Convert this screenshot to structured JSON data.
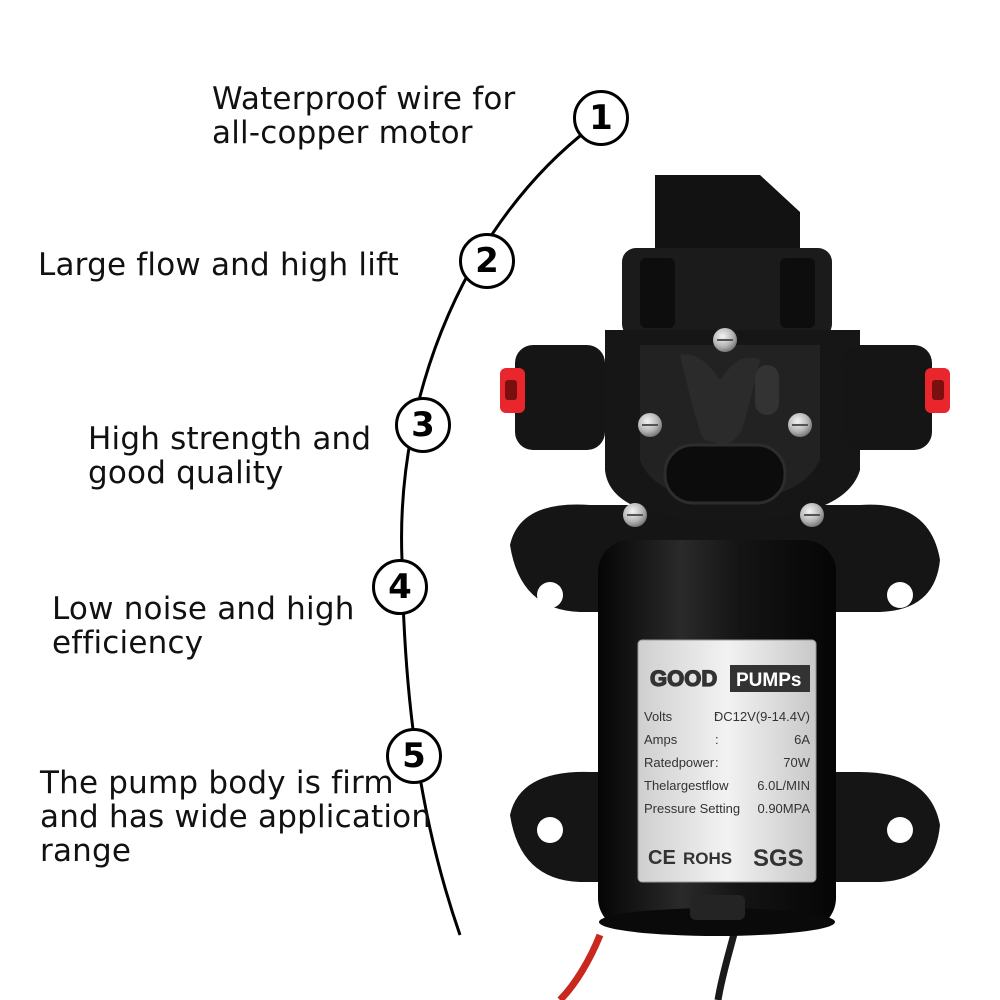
{
  "features": [
    {
      "number": "1",
      "lines": [
        "Waterproof wire for",
        "all-copper motor"
      ]
    },
    {
      "number": "2",
      "lines": [
        "Large flow and high lift"
      ]
    },
    {
      "number": "3",
      "lines": [
        "High strength and",
        "good quality"
      ]
    },
    {
      "number": "4",
      "lines": [
        "Low noise and high",
        "efficiency"
      ]
    },
    {
      "number": "5",
      "lines": [
        "The pump body is firm",
        "and has wide application",
        "range"
      ]
    }
  ],
  "label": {
    "brand_left": "GOOD",
    "brand_right": "PUMPs",
    "specs": [
      {
        "key": "Volts",
        "sep": ":",
        "value": "DC12V(9-14.4V)"
      },
      {
        "key": "Amps",
        "sep": ":",
        "value": "6A"
      },
      {
        "key": "Ratedpower",
        "sep": ":",
        "value": "70W"
      },
      {
        "key": "Thelargestflow",
        "sep": ":",
        "value": "6.0L/MIN"
      },
      {
        "key": "Pressure Setting",
        "sep": ":",
        "value": "0.90MPA"
      }
    ],
    "cert_ce": "CE",
    "cert_rohs": "ROHS",
    "cert_sgs": "SGS"
  },
  "colors": {
    "pump_body": "#161616",
    "inlet_red": "#e8262b",
    "wire_red": "#c8281e",
    "label_bg": "#e7e7e7"
  }
}
